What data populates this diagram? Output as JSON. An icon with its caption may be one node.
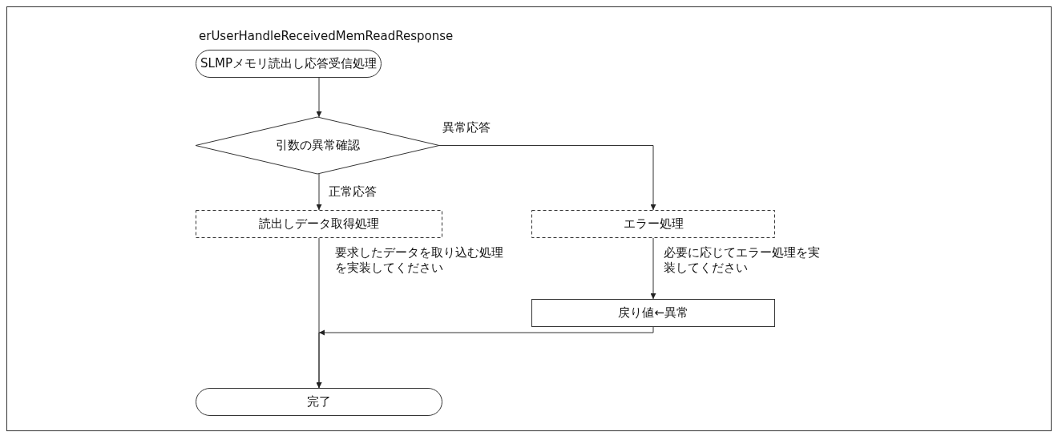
{
  "diagram": {
    "nodes": [
      {
        "text": [
          "SLMPメモリ読出し応答受信処理"
        ],
        "beside": [
          "erUserHandleReceivedMemReadResponse"
        ]
      },
      {
        "text": [
          "引数の異常確認"
        ]
      },
      {
        "text": [
          "読出しデータ取得処理"
        ]
      },
      {
        "text": [
          "エラー処理"
        ]
      },
      {
        "text": [
          "戻り値←異常"
        ]
      },
      {
        "text": [
          "完了"
        ]
      }
    ],
    "edges": [
      {
        "from": 0,
        "to": 1,
        "arrow": "to"
      },
      {
        "from": 1,
        "to": 3,
        "arrow": "to",
        "label": "異常応答"
      },
      {
        "from": 1,
        "to": 2,
        "arrow": "to",
        "label": "正常応答"
      },
      {
        "from": 2,
        "to": 5,
        "arrow": "to",
        "label": "要求したデータを取り込む処理を実装してください"
      },
      {
        "from": 3,
        "to": 4,
        "arrow": "to",
        "label": "必要に応じてエラー処理を実装してください"
      },
      {
        "from": 4,
        "to": 5,
        "arrow": "to"
      }
    ]
  }
}
